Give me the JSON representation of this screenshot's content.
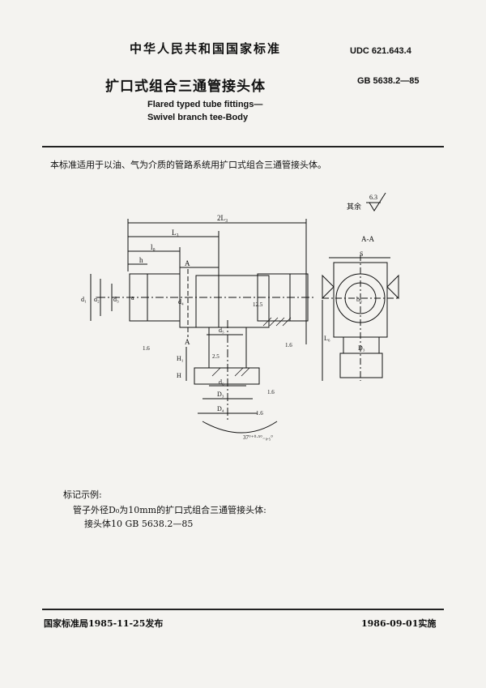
{
  "header": {
    "standard_org": "中华人民共和国国家标准",
    "udc": "UDC 621.643.4",
    "title_cn": "扩口式组合三通管接头体",
    "gb_code": "GB 5638.2—85",
    "title_en_line1": "Flared typed tube fittings—",
    "title_en_line2": "Swivel branch tee-Body"
  },
  "scope_text": "本标准适用于以油、气为介质的管路系统用扩口式组合三通管接头体。",
  "drawing": {
    "roughness_label": "其余",
    "roughness_value": "6.3",
    "section_label": "A-A",
    "dims": {
      "two_L3": "2L₃",
      "L3": "L₃",
      "l0": "l₀",
      "h": "h",
      "A_top": "A",
      "A_bottom": "A",
      "d1": "d₁",
      "d2": "d₂",
      "d3": "d₃",
      "d4": "d₄",
      "d5": "d₅",
      "d6": "d₆",
      "a": "a",
      "H1": "H₁",
      "H": "H",
      "D3": "D₃",
      "D4": "D₄",
      "L6": "L₆",
      "S": "S",
      "b0": "b₀",
      "D3_section": "D₃",
      "ra_12_5": "12.5",
      "ra_2_5": "2.5",
      "ra_1_6a": "1.6",
      "ra_1_6b": "1.6",
      "ra_1_6c": "1.6",
      "ra_1_6d": "1.6",
      "angle": "37°⁺⁰·⁵°₋₀.₅°"
    }
  },
  "example": {
    "heading": "标记示例:",
    "line1": "管子外径D₀为10mm的扩口式组合三通管接头体:",
    "line2": "接头体10  GB 5638.2—85"
  },
  "footer": {
    "issued": "国家标准局1985-11-25发布",
    "implemented": "1986-09-01实施"
  }
}
